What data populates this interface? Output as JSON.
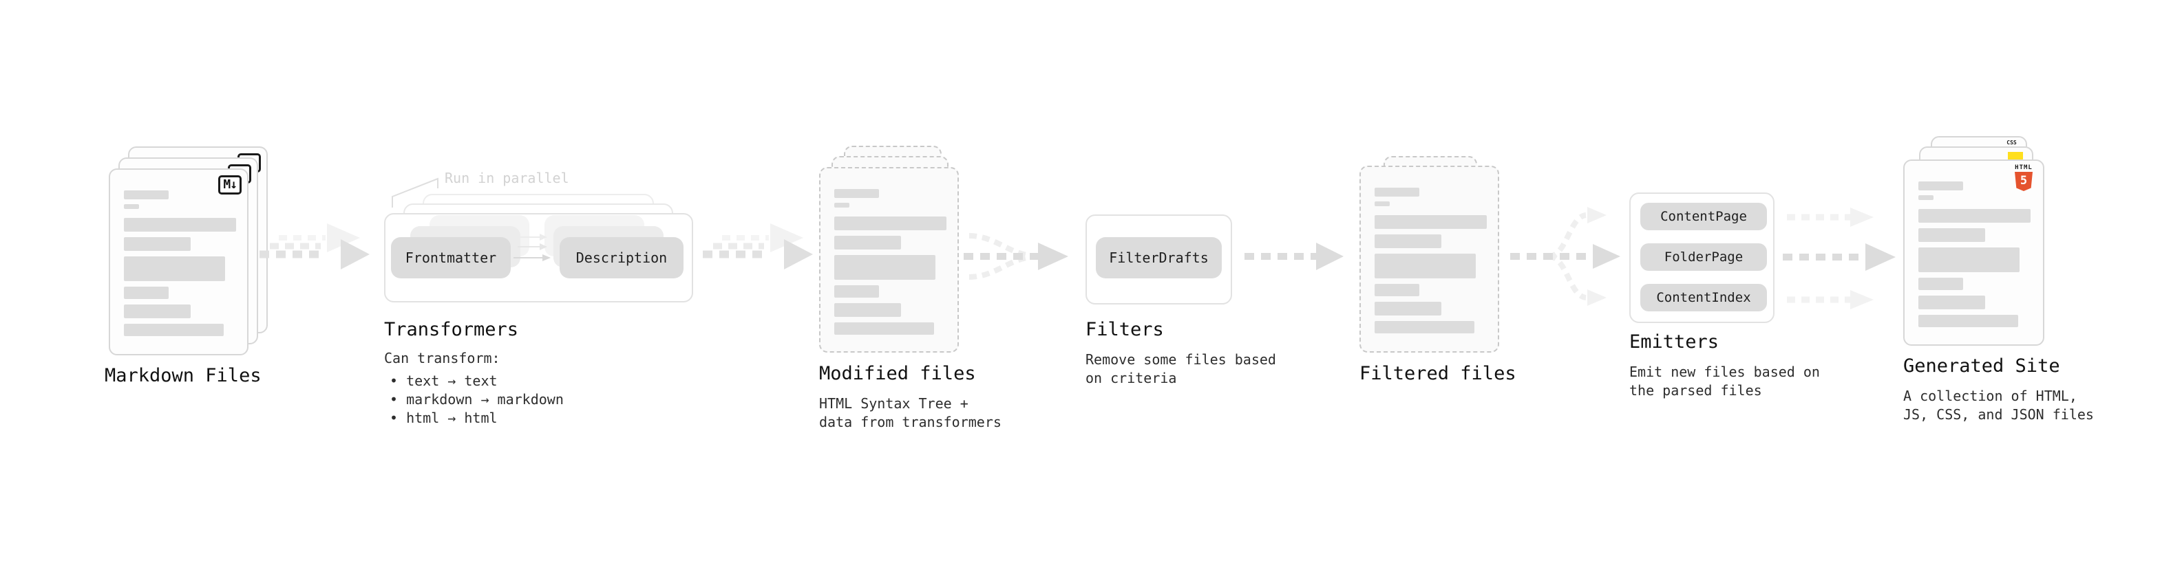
{
  "stages": {
    "markdown": {
      "title": "Markdown Files",
      "badge": "M↓"
    },
    "transformers": {
      "title": "Transformers",
      "annotation": "Run in parallel",
      "pill_left": "Frontmatter",
      "pill_right": "Description",
      "desc": "Can transform:",
      "bullets": [
        "• text → text",
        "• markdown → markdown",
        "• html → html"
      ]
    },
    "modified": {
      "title": "Modified files",
      "desc": "HTML Syntax Tree +\ndata from transformers"
    },
    "filters": {
      "title": "Filters",
      "pill": "FilterDrafts",
      "desc": "Remove some files based\non criteria"
    },
    "filtered": {
      "title": "Filtered files"
    },
    "emitters": {
      "title": "Emitters",
      "pills": [
        "ContentPage",
        "FolderPage",
        "ContentIndex"
      ],
      "desc": "Emit new files based on\nthe parsed files"
    },
    "generated": {
      "title": "Generated Site",
      "desc": "A collection of HTML,\nJS, CSS, and JSON files",
      "badges": {
        "html": "HTML",
        "html_num": "5",
        "css": "CSS"
      }
    }
  },
  "colors": {
    "accent_orange": "#e5532e",
    "accent_yellow": "#ffdf1e",
    "accent_blue": "#2f6bf0"
  }
}
